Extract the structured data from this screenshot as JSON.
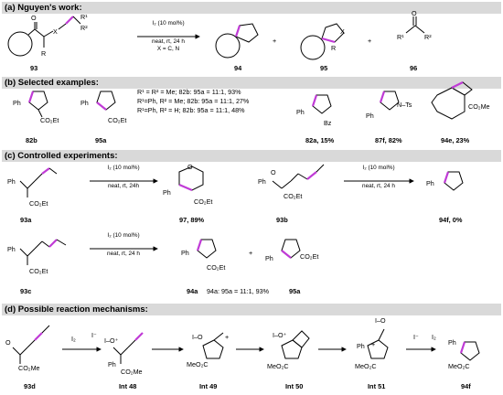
{
  "sections": {
    "a": "(a) Nguyen's work:",
    "b": "(b) Selected examples:",
    "c": "(c) Controlled experiments:",
    "d": "(d) Possible reaction mechanisms:"
  },
  "a": {
    "r1": "R¹",
    "r2": "R²",
    "x": "X",
    "r": "R",
    "cond1": "I₂ (10 mol%)",
    "cond2": "neat, rt, 24 h",
    "cond3": "X = C, N",
    "cpd93": "93",
    "cpd94": "94",
    "cpd95": "95",
    "cpd96": "96",
    "plus": "+",
    "o": "O"
  },
  "b": {
    "ph": "Ph",
    "co2et": "CO₂Et",
    "co2me": "CO₂Me",
    "bz": "Bz",
    "nts": "N–Ts",
    "c82b": "82b",
    "c95a": "95a",
    "note1": "R¹ = R² = Me; 82b: 95a = 11:1, 93%",
    "note2": "R¹=Ph, R² = Me; 82b: 95a = 11:1, 27%",
    "note3": "R¹=Ph, R² = H; 82b: 95a = 11:1, 48%",
    "c82a": "82a, 15%",
    "c87f": "87f, 82%",
    "c94e": "94e, 23%"
  },
  "c": {
    "cond1": "I₂ (10 mol%)",
    "cond2": "neat, rt, 24h",
    "cond2b": "neat, rt, 24 h",
    "c93a": "93a",
    "c97": "97, 89%",
    "c93b": "93b",
    "c94f": "94f, 0%",
    "c93c": "93c",
    "c94a": "94a",
    "ratio": "94a: 95a = 11:1, 93%",
    "c95a": "95a",
    "co2et": "CO₂Et",
    "ph": "Ph",
    "o": "O",
    "plus": "+"
  },
  "d": {
    "c93d": "93d",
    "int48": "Int 48",
    "int49": "Int 49",
    "int50": "Int 50",
    "int51": "Int 51",
    "c94f": "94f",
    "i2": "I₂",
    "iminus": "I⁻",
    "co2me": "CO₂Me",
    "meo2c": "MeO₂C",
    "ph": "Ph",
    "o": "O",
    "i": "I",
    "io": "I–O",
    "iop": "I–O⁺",
    "plus": "+",
    "dot": "•"
  },
  "colors": {
    "band": "#d9d9d9",
    "highlight": "#c03bd6"
  }
}
